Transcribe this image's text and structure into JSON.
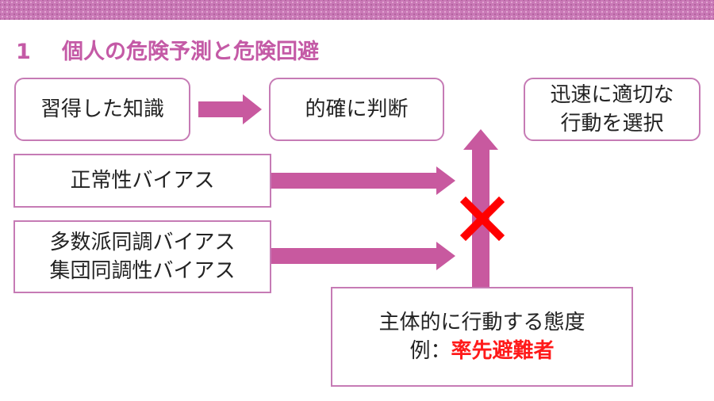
{
  "title": {
    "number": "1",
    "text": "個人の危険予測と危険回避"
  },
  "boxes": {
    "knowledge": "習得した知識",
    "judgment": "的確に判断",
    "select_line1": "迅速に適切な",
    "select_line2": "行動を選択",
    "normalcy_bias": "正常性バイアス",
    "majority_line1": "多数派同調バイアス",
    "majority_line2": "集団同調性バイアス",
    "proactive_line1": "主体的に行動する態度",
    "example_prefix": "例：",
    "example_highlight": "率先避難者"
  },
  "colors": {
    "accent": "#c45aa6",
    "arrow": "#c8599f",
    "box_border": "#c67bb5",
    "cross": "#ff0000",
    "highlight_text": "#ff1a1a"
  },
  "icons": {
    "blocked": "red-x-icon"
  }
}
